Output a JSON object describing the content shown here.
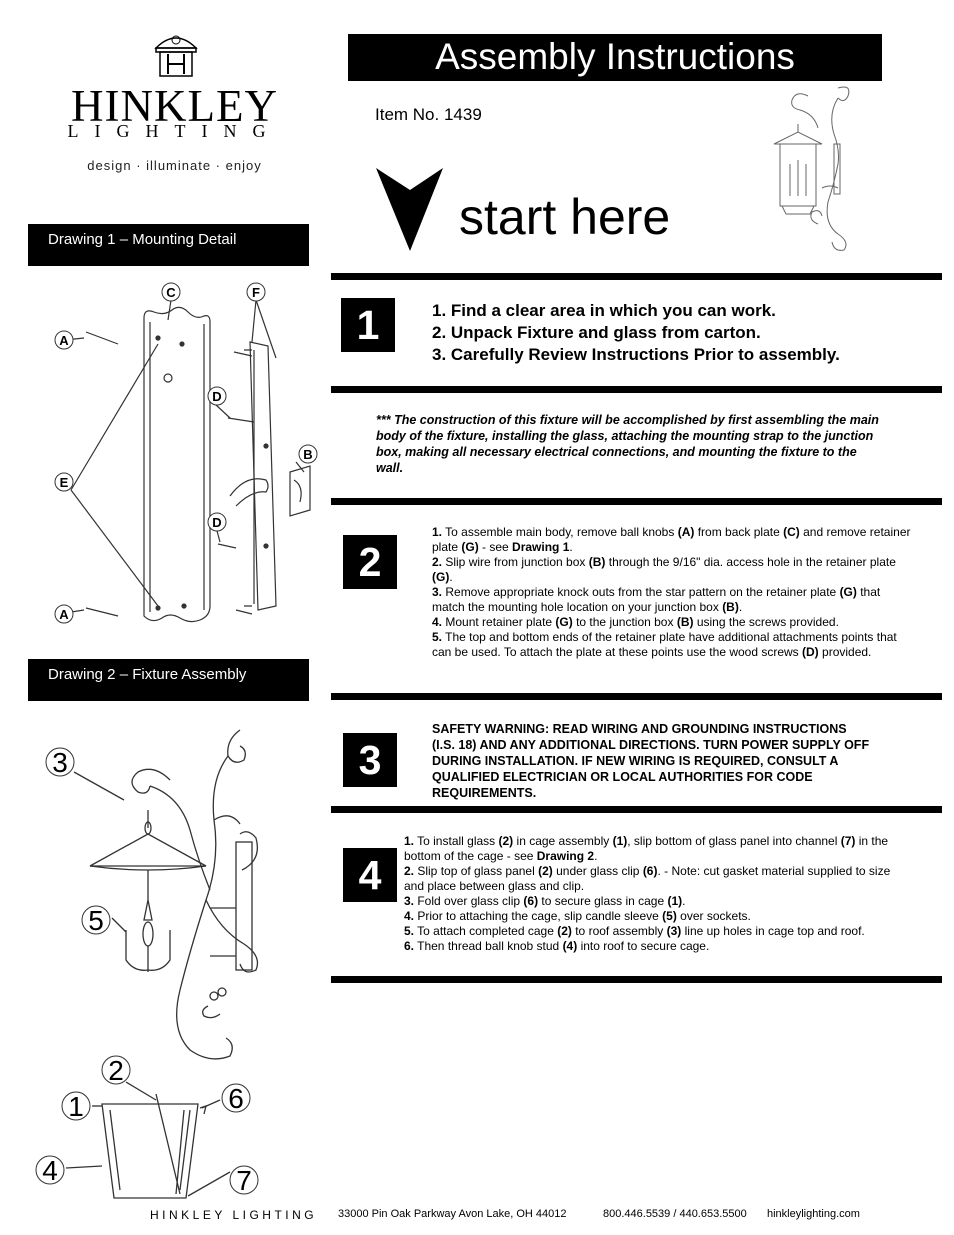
{
  "logo": {
    "name": "HINKLEY",
    "sub": "LIGHTING",
    "tagline": "design · illuminate · enjoy"
  },
  "title": "Assembly Instructions",
  "item_no": "Item No.  1439",
  "start_here": "start here",
  "drawings": {
    "drawing1": "Drawing 1 – Mounting Detail",
    "drawing2": "Drawing 2 – Fixture Assembly",
    "labels1": [
      "A",
      "C",
      "F",
      "D",
      "B",
      "E",
      "D",
      "A"
    ],
    "labels2": [
      "3",
      "5",
      "2",
      "1",
      "6",
      "4",
      "7"
    ]
  },
  "step1": {
    "number": "1",
    "items": [
      "1. Find a clear area in which you can work.",
      "2. Unpack Fixture and glass from carton.",
      "3. Carefully Review Instructions Prior to assembly."
    ]
  },
  "note": "*** The construction of this fixture will be accomplished by first assembling the main body of the fixture, installing the glass, attaching the mounting strap to the junction box, making all necessary electrical connections, and mounting the fixture to the wall.",
  "step2": {
    "number": "2",
    "items": [
      {
        "n": "1.",
        "t1": " To assemble main body, remove ball knobs ",
        "b1": "(A)",
        "t2": " from back plate ",
        "b2": "(C)",
        "t3": " and remove retainer plate ",
        "b3": "(G)",
        "t4": " - see ",
        "b4": "Drawing 1",
        "t5": "."
      },
      {
        "n": "2.",
        "t1": " Slip wire from junction box ",
        "b1": "(B)",
        "t2": " through the 9/16\" dia. access hole in the retainer plate ",
        "b2": "(G)",
        "t3": ".",
        "b3": "",
        "t4": "",
        "b4": "",
        "t5": ""
      },
      {
        "n": "3.",
        "t1": " Remove appropriate knock outs from the star pattern on the retainer plate ",
        "b1": "(G)",
        "t2": " that match the mounting hole location on your junction box ",
        "b2": "(B)",
        "t3": ".",
        "b3": "",
        "t4": "",
        "b4": "",
        "t5": ""
      },
      {
        "n": "4.",
        "t1": " Mount retainer plate ",
        "b1": "(G)",
        "t2": " to the junction box ",
        "b2": "(B)",
        "t3": " using the screws provided.",
        "b3": "",
        "t4": "",
        "b4": "",
        "t5": ""
      },
      {
        "n": "5.",
        "t1": " The top and bottom ends of the retainer plate have additional attachments points that can be used. To attach the plate at these points use the wood screws ",
        "b1": "(D)",
        "t2": " provided.",
        "b2": "",
        "t3": "",
        "b3": "",
        "t4": "",
        "b4": "",
        "t5": ""
      }
    ]
  },
  "step3": {
    "number": "3",
    "warning": "SAFETY WARNING: READ WIRING AND GROUNDING INSTRUCTIONS (I.S. 18) AND ANY ADDITIONAL DIRECTIONS. TURN POWER SUPPLY OFF DURING INSTALLATION. IF NEW WIRING IS REQUIRED, CONSULT A QUALIFIED ELECTRICIAN OR LOCAL AUTHORITIES FOR CODE REQUIREMENTS."
  },
  "step4": {
    "number": "4",
    "items": [
      {
        "n": "1.",
        "t1": " To install glass ",
        "b1": "(2)",
        "t2": " in cage assembly ",
        "b2": "(1)",
        "t3": ", slip bottom of glass panel into channel ",
        "b3": "(7)",
        "t4": " in the bottom of the cage - see ",
        "b4": "Drawing 2",
        "t5": "."
      },
      {
        "n": "2.",
        "t1": " Slip top of glass panel ",
        "b1": "(2)",
        "t2": " under glass clip ",
        "b2": "(6)",
        "t3": ". - Note: cut gasket material supplied to size and place between glass and clip.",
        "b3": "",
        "t4": "",
        "b4": "",
        "t5": ""
      },
      {
        "n": "3.",
        "t1": " Fold over glass clip ",
        "b1": "(6)",
        "t2": " to secure glass in cage ",
        "b2": "(1)",
        "t3": ".",
        "b3": "",
        "t4": "",
        "b4": "",
        "t5": ""
      },
      {
        "n": "4.",
        "t1": " Prior to attaching the cage, slip candle sleeve ",
        "b1": "(5)",
        "t2": " over sockets.",
        "b2": "",
        "t3": "",
        "b3": "",
        "t4": "",
        "b4": "",
        "t5": ""
      },
      {
        "n": "5.",
        "t1": " To attach completed cage ",
        "b1": "(2)",
        "t2": " to roof assembly ",
        "b2": "(3)",
        "t3": " line up holes in cage top and roof.",
        "b3": "",
        "t4": "",
        "b4": "",
        "t5": ""
      },
      {
        "n": "6.",
        "t1": " Then thread ball knob stud ",
        "b1": "(4)",
        "t2": " into roof to secure cage.",
        "b2": "",
        "t3": "",
        "b3": "",
        "t4": "",
        "b4": "",
        "t5": ""
      }
    ]
  },
  "footer": {
    "brand": "HINKLEY LIGHTING",
    "address": "33000 Pin Oak Parkway   Avon Lake, OH  44012",
    "phone": "800.446.5539 / 440.653.5500",
    "web": "hinkleylighting.com"
  }
}
